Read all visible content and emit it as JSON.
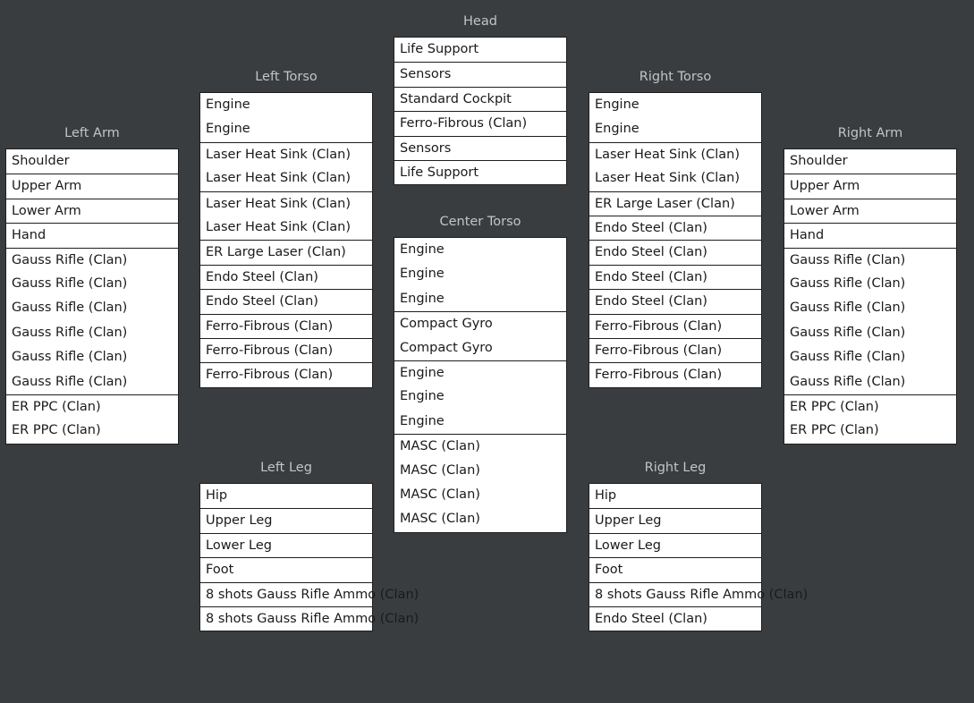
{
  "locations": {
    "head": {
      "title": "Head",
      "slots": [
        "Life Support",
        "Sensors",
        "Standard Cockpit",
        "Ferro-Fibrous (Clan)",
        "Sensors",
        "Life Support"
      ]
    },
    "left_torso": {
      "title": "Left Torso",
      "slots": [
        "Engine",
        "Engine",
        "Laser Heat Sink (Clan)",
        "Laser Heat Sink (Clan)",
        "Laser Heat Sink (Clan)",
        "Laser Heat Sink (Clan)",
        "ER Large Laser (Clan)",
        "Endo Steel (Clan)",
        "Endo Steel (Clan)",
        "Ferro-Fibrous (Clan)",
        "Ferro-Fibrous (Clan)",
        "Ferro-Fibrous (Clan)"
      ]
    },
    "right_torso": {
      "title": "Right Torso",
      "slots": [
        "Engine",
        "Engine",
        "Laser Heat Sink (Clan)",
        "Laser Heat Sink (Clan)",
        "ER Large Laser (Clan)",
        "Endo Steel (Clan)",
        "Endo Steel (Clan)",
        "Endo Steel (Clan)",
        "Endo Steel (Clan)",
        "Ferro-Fibrous (Clan)",
        "Ferro-Fibrous (Clan)",
        "Ferro-Fibrous (Clan)"
      ]
    },
    "left_arm": {
      "title": "Left Arm",
      "slots": [
        "Shoulder",
        "Upper Arm",
        "Lower Arm",
        "Hand",
        "Gauss Rifle (Clan)",
        "Gauss Rifle (Clan)",
        "Gauss Rifle (Clan)",
        "Gauss Rifle (Clan)",
        "Gauss Rifle (Clan)",
        "Gauss Rifle (Clan)",
        "ER PPC (Clan)",
        "ER PPC (Clan)"
      ]
    },
    "right_arm": {
      "title": "Right Arm",
      "slots": [
        "Shoulder",
        "Upper Arm",
        "Lower Arm",
        "Hand",
        "Gauss Rifle (Clan)",
        "Gauss Rifle (Clan)",
        "Gauss Rifle (Clan)",
        "Gauss Rifle (Clan)",
        "Gauss Rifle (Clan)",
        "Gauss Rifle (Clan)",
        "ER PPC (Clan)",
        "ER PPC (Clan)"
      ]
    },
    "center_torso": {
      "title": "Center Torso",
      "slots": [
        "Engine",
        "Engine",
        "Engine",
        "Compact Gyro",
        "Compact Gyro",
        "Engine",
        "Engine",
        "Engine",
        "MASC (Clan)",
        "MASC (Clan)",
        "MASC (Clan)",
        "MASC (Clan)"
      ]
    },
    "left_leg": {
      "title": "Left Leg",
      "slots": [
        "Hip",
        "Upper Leg",
        "Lower Leg",
        "Foot",
        "8 shots Gauss Rifle Ammo (Clan)",
        "8 shots Gauss Rifle Ammo (Clan)"
      ]
    },
    "right_leg": {
      "title": "Right Leg",
      "slots": [
        "Hip",
        "Upper Leg",
        "Lower Leg",
        "Foot",
        "8 shots Gauss Rifle Ammo (Clan)",
        "Endo Steel (Clan)"
      ]
    }
  }
}
